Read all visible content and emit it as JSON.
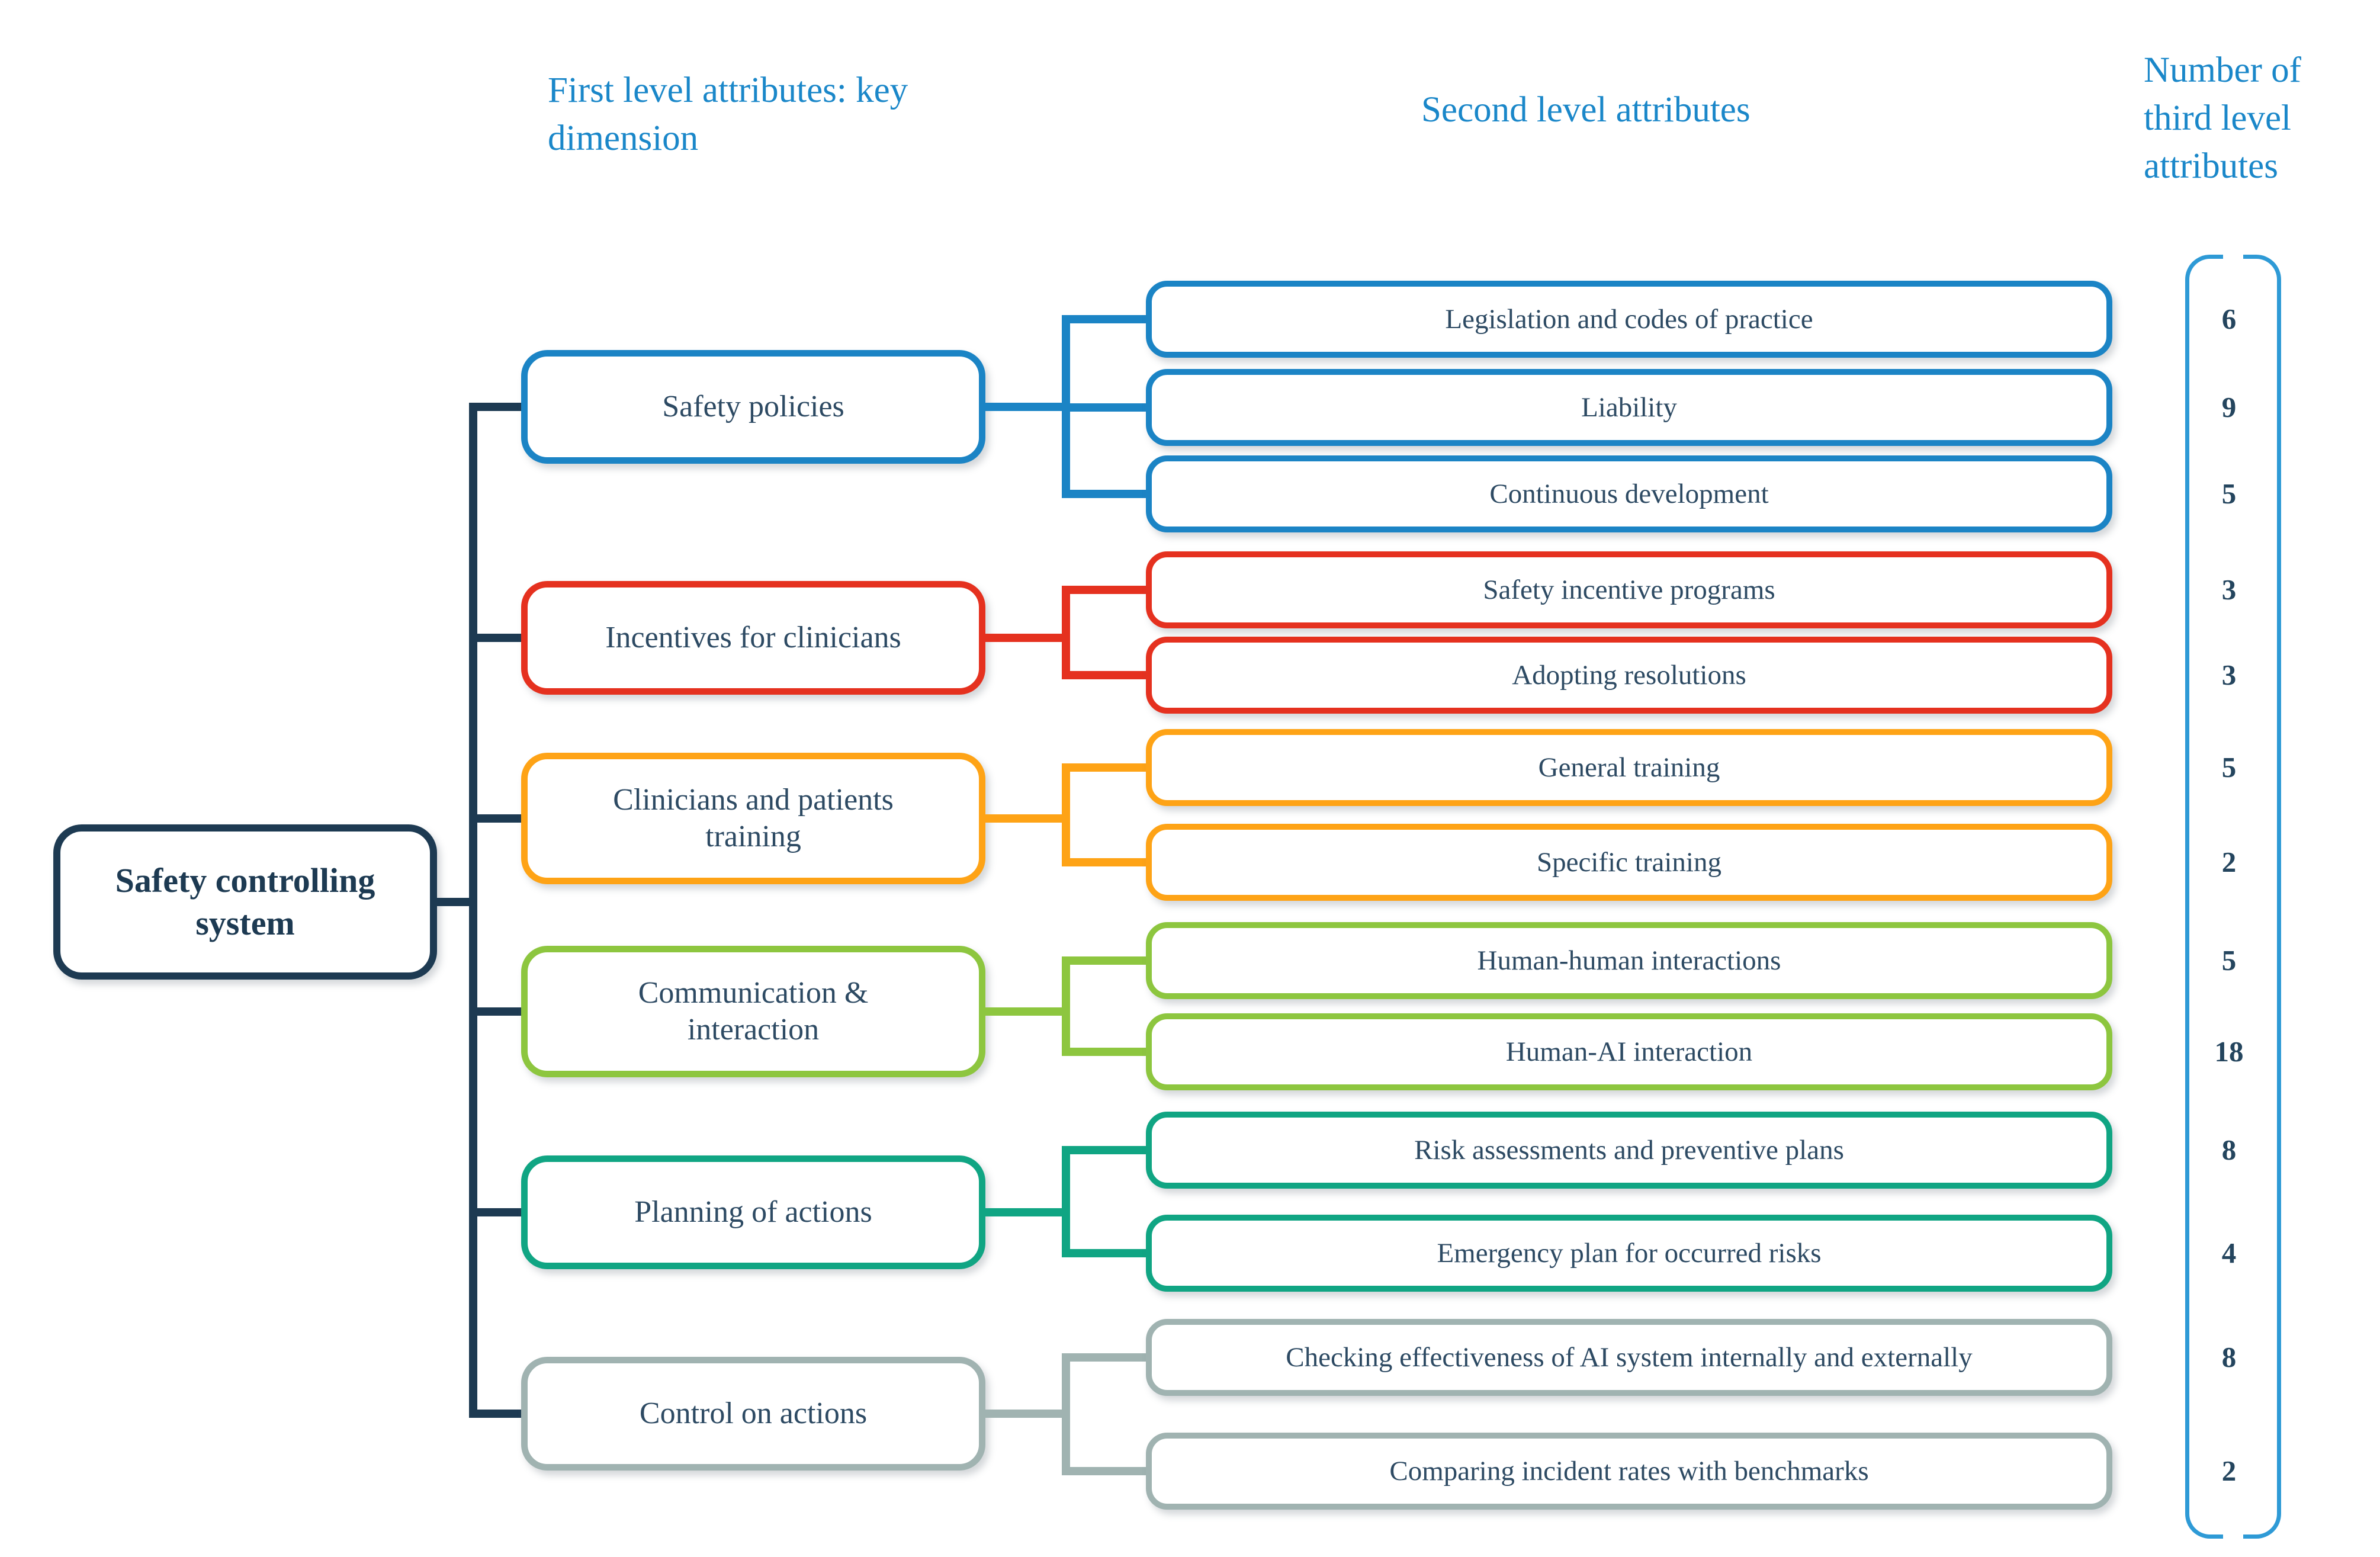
{
  "headers": {
    "col1": "First level attributes: key dimension",
    "col2": "Second level attributes",
    "col3": "Number of third level attributes"
  },
  "root": {
    "label": "Safety controlling system"
  },
  "groups": [
    {
      "name": "safety-policies",
      "color": "#1b84c5",
      "label": "Safety policies",
      "children": [
        {
          "label": "Legislation and codes of practice",
          "count": "6"
        },
        {
          "label": "Liability",
          "count": "9"
        },
        {
          "label": "Continuous development",
          "count": "5"
        }
      ]
    },
    {
      "name": "incentives-for-clinicians",
      "color": "#e5311f",
      "label": "Incentives for clinicians",
      "children": [
        {
          "label": "Safety incentive programs",
          "count": "3"
        },
        {
          "label": "Adopting resolutions",
          "count": "3"
        }
      ]
    },
    {
      "name": "clinicians-and-patients-training",
      "color": "#fea316",
      "label": "Clinicians and patients training",
      "children": [
        {
          "label": "General training",
          "count": "5"
        },
        {
          "label": "Specific training",
          "count": "2"
        }
      ]
    },
    {
      "name": "communication-interaction",
      "color": "#8dc63f",
      "label": "Communication & interaction",
      "children": [
        {
          "label": "Human-human interactions",
          "count": "5"
        },
        {
          "label": "Human-AI interaction",
          "count": "18"
        }
      ]
    },
    {
      "name": "planning-of-actions",
      "color": "#10a583",
      "label": "Planning of actions",
      "children": [
        {
          "label": "Risk assessments and preventive plans",
          "count": "8"
        },
        {
          "label": "Emergency plan for occurred risks",
          "count": "4"
        }
      ]
    },
    {
      "name": "control-on-actions",
      "color": "#a0b3b1",
      "label": "Control on actions",
      "children": [
        {
          "label": "Checking effectiveness of AI system internally and externally",
          "count": "8"
        },
        {
          "label": "Comparing incident rates with benchmarks",
          "count": "2"
        }
      ]
    }
  ],
  "colors": {
    "header_text": "#1a87c9",
    "navy": "#1d3a52",
    "box_text": "#2d4a63",
    "count_text": "#24455e",
    "bracket": "#2e9ad6"
  }
}
